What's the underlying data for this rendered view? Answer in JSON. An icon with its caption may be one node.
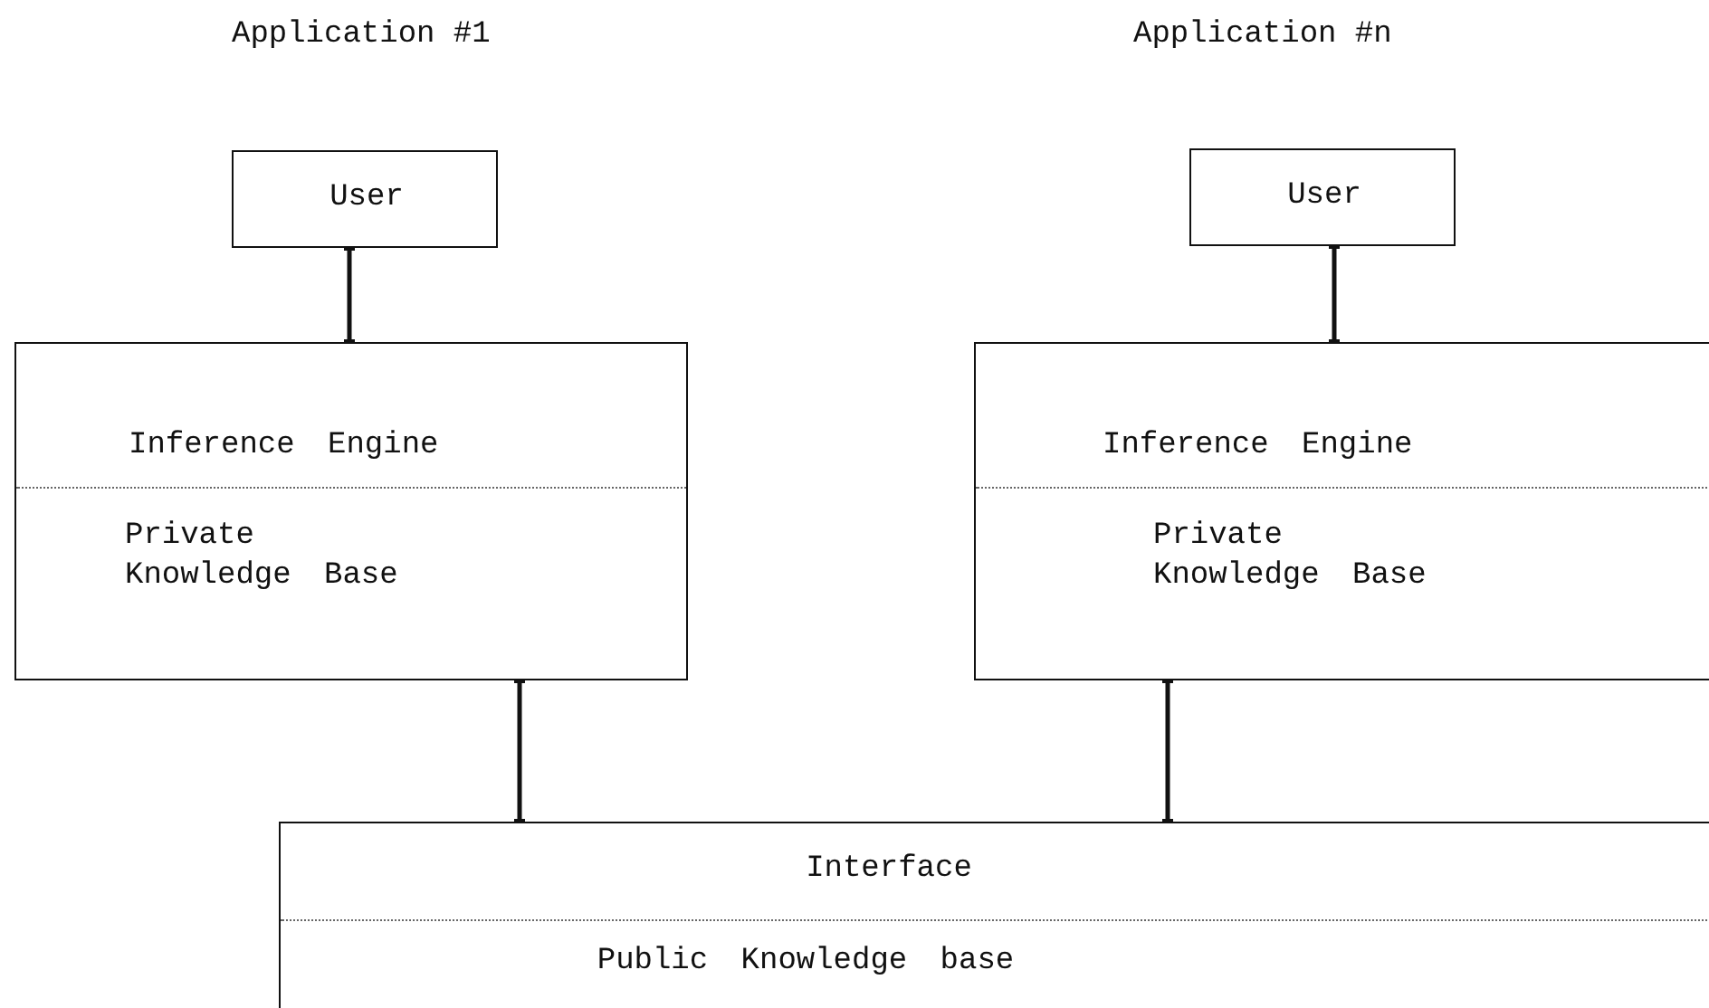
{
  "diagram": {
    "nodes": [
      {
        "text": [
          "User"
        ]
      },
      {
        "text": [
          "User"
        ]
      },
      {
        "text": [
          "Inference Engine",
          "Private Knowledge Base"
        ]
      },
      {
        "text": [
          "Inference Engine",
          "Private Knowledge Base"
        ]
      },
      {
        "text": [
          "Interface",
          "Public Knowledge base"
        ]
      }
    ],
    "edges": [
      {
        "from": 0,
        "to": 2,
        "arrow": "other"
      },
      {
        "from": 1,
        "to": 3,
        "arrow": "other"
      },
      {
        "from": 2,
        "to": 4,
        "arrow": "other"
      },
      {
        "from": 3,
        "to": 4,
        "arrow": "other"
      }
    ],
    "labels": [
      "Application #1",
      "Application #n"
    ]
  }
}
